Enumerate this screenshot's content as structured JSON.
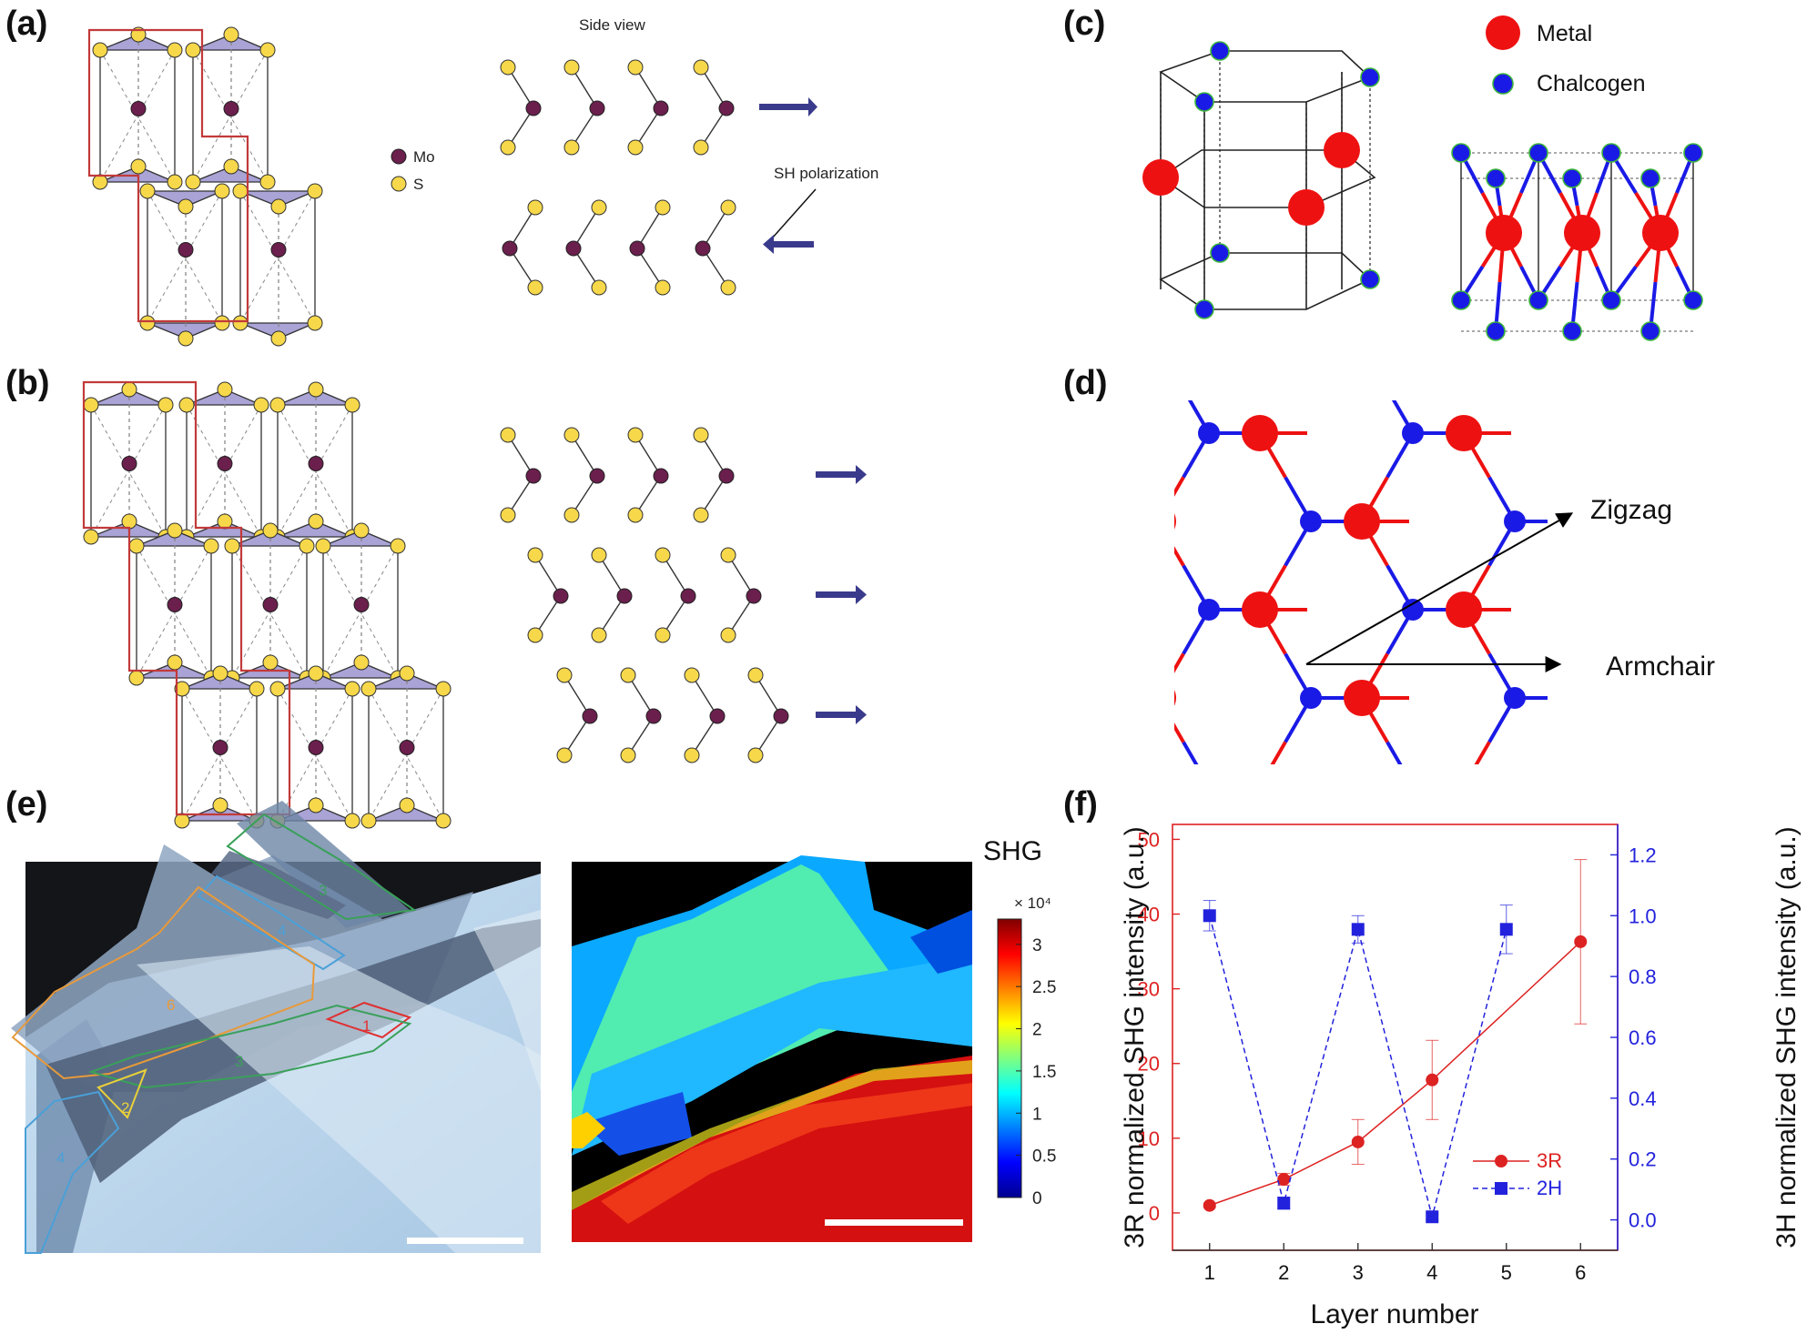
{
  "panels": {
    "a": {
      "label": "(a)",
      "side_view_title": "Side view",
      "legend_mo": "Mo",
      "legend_s": "S",
      "sh_polarization": "SH polarization"
    },
    "b": {
      "label": "(b)"
    },
    "c": {
      "label": "(c)",
      "legend_metal": "Metal",
      "legend_chalcogen": "Chalcogen"
    },
    "d": {
      "label": "(d)",
      "zigzag": "Zigzag",
      "armchair": "Armchair"
    },
    "e": {
      "label": "(e)",
      "region_labels": [
        "3",
        "4",
        "6",
        "1",
        "3",
        "2",
        "4"
      ],
      "shg_title": "SHG",
      "colorbar_multiplier": "× 10⁴",
      "colorbar_ticks": [
        "3",
        "2.5",
        "2",
        "1.5",
        "1",
        "0.5",
        "0"
      ]
    },
    "f": {
      "label": "(f)"
    }
  },
  "colors": {
    "metal": "#ee1111",
    "chalcogen": "#1a1ae6",
    "mo_atom": "#6b1f4d",
    "s_atom": "#f6d84a",
    "arrow": "#3a3a8c",
    "prism_face": "#a9a3d6",
    "series_3r": "#dd2222",
    "series_2h": "#2222dd"
  },
  "chart_data": {
    "type": "line",
    "xlabel": "Layer number",
    "ylabel_left": "3R normalized SHG intensity (a.u.)",
    "ylabel_right": "3H normalized SHG intensity (a.u.)",
    "xlim": [
      0.5,
      6.5
    ],
    "ylim_left": [
      -5,
      52
    ],
    "ylim_right": [
      -0.1,
      1.3
    ],
    "x_ticks": [
      "1",
      "2",
      "3",
      "4",
      "5",
      "6"
    ],
    "y_ticks_left": [
      "0",
      "10",
      "20",
      "30",
      "40",
      "50"
    ],
    "y_ticks_right": [
      "0.0",
      "0.2",
      "0.4",
      "0.6",
      "0.8",
      "1.0",
      "1.2"
    ],
    "series": [
      {
        "name": "3R",
        "axis": "left",
        "x": [
          1,
          2,
          3,
          4,
          6
        ],
        "y": [
          1,
          4.5,
          9.5,
          17.8,
          36.3
        ],
        "err": [
          0.3,
          0.8,
          3.0,
          5.3,
          11.0
        ]
      },
      {
        "name": "2H",
        "axis": "right",
        "x": [
          1,
          2,
          3,
          4,
          5
        ],
        "y": [
          1.0,
          0.055,
          0.955,
          0.01,
          0.955
        ],
        "err": [
          0.05,
          0.02,
          0.045,
          0.01,
          0.08
        ]
      }
    ],
    "legend_position": "bottom-right"
  }
}
